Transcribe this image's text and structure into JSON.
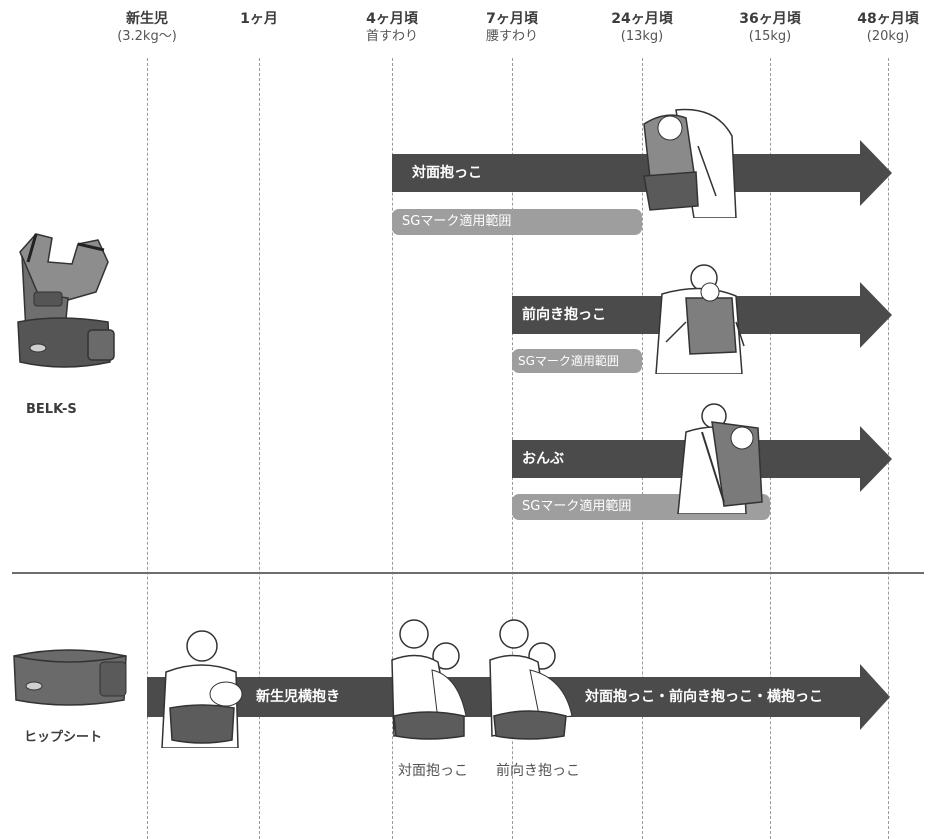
{
  "columns": [
    {
      "title": "新生児",
      "sub": "(3.2kg〜)"
    },
    {
      "title": "1ヶ月",
      "sub": ""
    },
    {
      "title": "4ヶ月頃",
      "sub": "首すわり"
    },
    {
      "title": "7ヶ月頃",
      "sub": "腰すわり"
    },
    {
      "title": "24ヶ月頃",
      "sub": "(13kg)"
    },
    {
      "title": "36ヶ月頃",
      "sub": "(15kg)"
    },
    {
      "title": "48ヶ月頃",
      "sub": "(20kg)"
    }
  ],
  "belk": {
    "name": "BELK-S",
    "rows": [
      {
        "label": "対面抱っこ",
        "sg": "SGマーク適用範囲"
      },
      {
        "label": "前向き抱っこ",
        "sg": "SGマーク適用範囲"
      },
      {
        "label": "おんぶ",
        "sg": "SGマーク適用範囲"
      }
    ]
  },
  "hipseat": {
    "name": "ヒップシート",
    "arrow_label_newborn": "新生児横抱き",
    "arrow_label_main": "対面抱っこ・前向き抱っこ・横抱っこ",
    "caption_face": "対面抱っこ",
    "caption_front": "前向き抱っこ"
  },
  "colors": {
    "arrow": "#4b4b4b",
    "sg_bar": "#9e9e9e",
    "divider": "#6e6e6e"
  }
}
